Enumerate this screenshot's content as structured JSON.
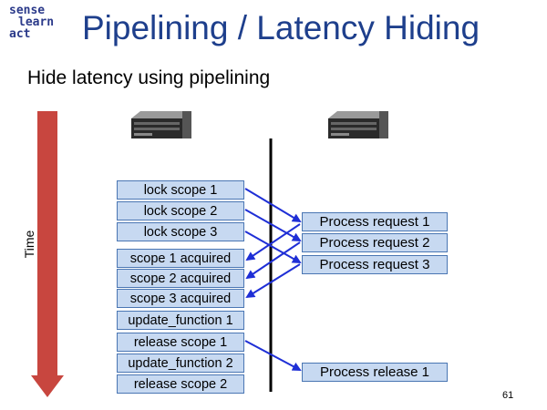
{
  "logo": {
    "line1": "sense",
    "line2": "learn",
    "line3": "act"
  },
  "title": "Pipelining / Latency Hiding",
  "subtitle": "Hide latency using pipelining",
  "time_label": "Time",
  "left_steps": [
    "lock scope 1",
    "lock scope 2",
    "lock scope 3",
    "scope 1 acquired",
    "scope 2 acquired",
    "scope 3 acquired",
    "update_function 1",
    "release scope 1",
    "update_function 2",
    "release scope 2"
  ],
  "right_steps": [
    "Process request 1",
    "Process request 2",
    "Process request 3",
    "Process release 1"
  ],
  "page_number": "61",
  "colors": {
    "title": "#1e3f8c",
    "arrow": "#1f2fd6",
    "time_arrow": "#c0423e",
    "box_fill": "#c7d9f1",
    "box_border": "#4a76b3"
  },
  "icons": [
    "server-icon-left",
    "server-icon-right"
  ]
}
